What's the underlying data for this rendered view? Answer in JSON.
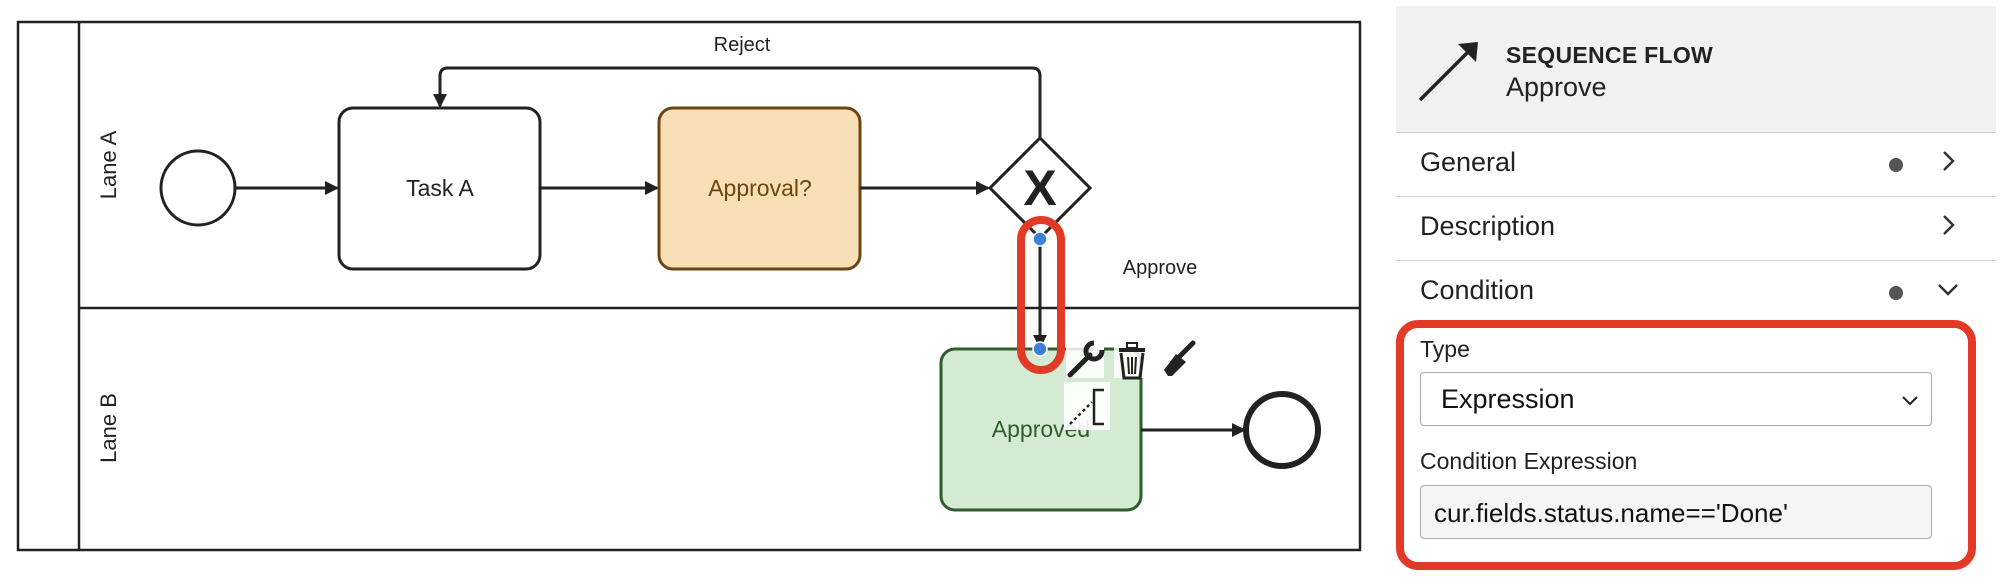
{
  "diagram": {
    "lanes": [
      {
        "label": "Lane A"
      },
      {
        "label": "Lane B"
      }
    ],
    "tasks": {
      "task_a": "Task A",
      "approval": "Approval?",
      "approved": "Approved"
    },
    "gateway_symbol": "X",
    "flows": {
      "reject": "Reject",
      "approve": "Approve"
    },
    "context_pad": [
      "wrench-icon",
      "trash-icon",
      "paintbrush-icon",
      "connect-icon"
    ],
    "colors": {
      "approval_fill": "#f8dfb5",
      "approval_stroke": "#6b4513",
      "approval_text": "#6b4513",
      "approved_fill": "#d4ead2",
      "approved_stroke": "#2f5d2f",
      "approved_text": "#2f5d2f",
      "highlight": "#e23a26",
      "selection_handle": "#3b82d6"
    }
  },
  "properties_panel": {
    "header": {
      "type": "SEQUENCE FLOW",
      "name": "Approve",
      "icon": "sequence-flow-arrow-icon"
    },
    "groups": [
      {
        "label": "General",
        "has_dot": true,
        "expanded": false
      },
      {
        "label": "Description",
        "has_dot": false,
        "expanded": false
      },
      {
        "label": "Condition",
        "has_dot": true,
        "expanded": true
      }
    ],
    "condition": {
      "type_label": "Type",
      "type_value": "Expression",
      "expression_label": "Condition Expression",
      "expression_value": "cur.fields.status.name=='Done'"
    }
  }
}
